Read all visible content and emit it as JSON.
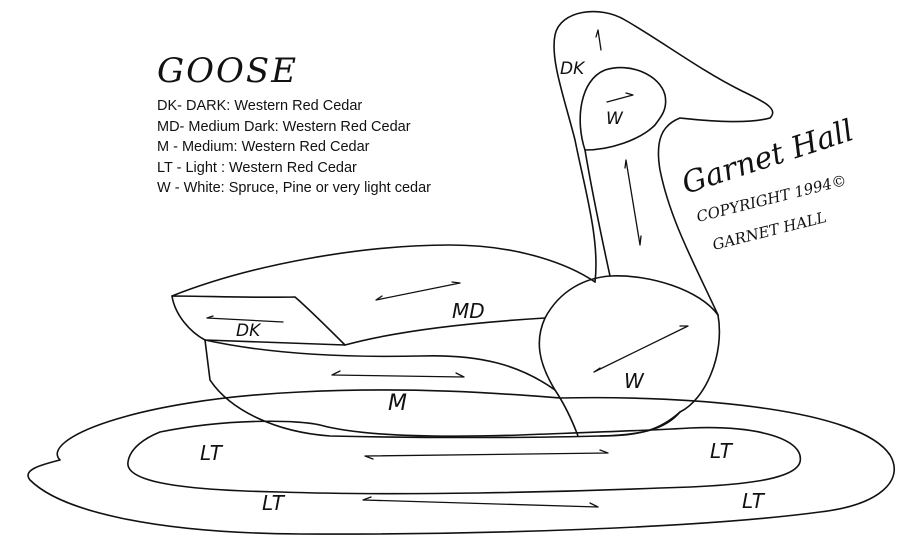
{
  "pattern": {
    "title": "GOOSE",
    "key": [
      "DK- DARK: Western Red Cedar",
      "MD- Medium Dark: Western Red Cedar",
      "M  - Medium: Western Red Cedar",
      "LT - Light : Western Red Cedar",
      "W - White: Spruce, Pine or very light cedar"
    ]
  },
  "regions": {
    "head_dk": "DK",
    "cheek_w": "W",
    "back_md": "MD",
    "tail_dk": "DK",
    "side_m": "M",
    "breast_w": "W",
    "base_left_inner": "LT",
    "base_right_inner": "LT",
    "base_left_outer": "LT",
    "base_right_outer": "LT"
  },
  "signature": {
    "name": "Garnet Hall",
    "copyright": "COPYRIGHT 1994©",
    "author": "GARNET HALL"
  },
  "colors": {
    "ink": "#111111",
    "paper": "#ffffff"
  }
}
